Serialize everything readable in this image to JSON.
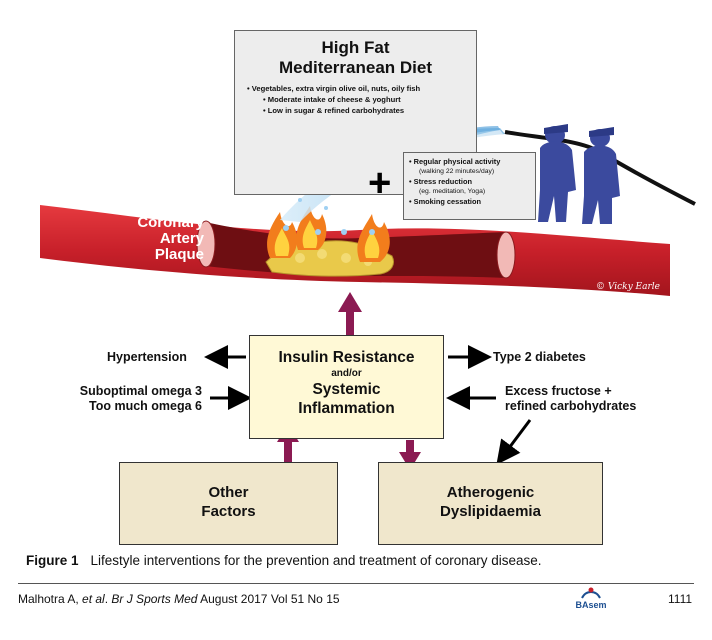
{
  "diet": {
    "title_line1": "High Fat",
    "title_line2": "Mediterranean Diet",
    "items": [
      "Vegetables, extra virgin olive oil, nuts, oily fish",
      "Moderate intake of cheese & yoghurt",
      "Low in sugar & refined carbohydrates"
    ]
  },
  "plus_symbol": "+",
  "activities": {
    "item1": "Regular physical activity",
    "item1_sub": "(walking 22 minutes/day)",
    "item2": "Stress reduction",
    "item2_sub": "(eg. meditation, Yoga)",
    "item3": "Smoking cessation"
  },
  "plaque_label": {
    "line1": "Coronary",
    "line2": "Artery",
    "line3": "Plaque"
  },
  "signature": "© Vicky Earle",
  "central_box": {
    "line1": "Insulin Resistance",
    "connector": "and/or",
    "line2": "Systemic",
    "line3": "Inflammation"
  },
  "left_labels": {
    "hypertension": "Hypertension",
    "omega_line1": "Suboptimal omega 3",
    "omega_line2": "Too much omega 6"
  },
  "right_labels": {
    "diabetes": "Type 2 diabetes",
    "fructose_line1": "Excess fructose +",
    "fructose_line2": "refined carbohydrates"
  },
  "other_factors": {
    "line1": "Other",
    "line2": "Factors"
  },
  "atherogenic": {
    "line1": "Atherogenic",
    "line2": "Dyslipidaemia"
  },
  "caption": {
    "label": "Figure 1",
    "text": "Lifestyle interventions for the prevention and treatment of coronary disease."
  },
  "footer": {
    "citation_prefix": "Malhotra A, ",
    "citation_etal": "et al",
    "citation_sep": ". ",
    "citation_journal": "Br J Sports Med",
    "citation_rest": " August 2017 Vol 51 No 15",
    "page": "1111",
    "logo_text": "BAsem"
  },
  "colors": {
    "artery_red": "#c8202a",
    "artery_dark": "#6e0e12",
    "arrow_maroon": "#8b1a52",
    "firefighter_blue": "#3b4a9e",
    "water_blue": "#8fc6ea",
    "plaque_yellow": "#e9c94a",
    "box_yellow": "#fff9d6",
    "box_tan": "#f0e7cc"
  }
}
